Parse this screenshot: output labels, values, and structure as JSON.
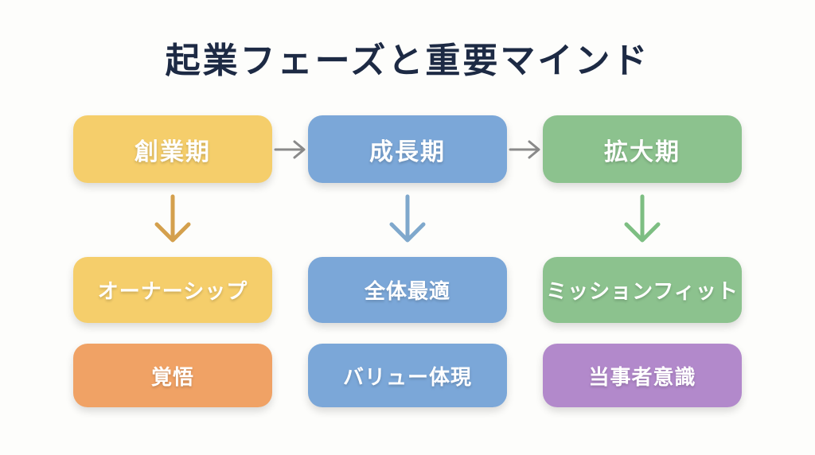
{
  "title": "起業フェーズと重要マインド",
  "title_color": "#1d2a44",
  "background_color": "#fdfdfb",
  "flow_arrow_color": "#8a8a8a",
  "columns": [
    {
      "phase": {
        "label": "創業期",
        "color": "#f5ce6b"
      },
      "down_arrow_color": "#d4a04d",
      "mindsets": [
        {
          "label": "オーナーシップ",
          "color": "#f5ce6b"
        },
        {
          "label": "覚悟",
          "color": "#f0a265"
        }
      ]
    },
    {
      "phase": {
        "label": "成長期",
        "color": "#7ba7d8"
      },
      "down_arrow_color": "#7fa8cc",
      "mindsets": [
        {
          "label": "全体最適",
          "color": "#7ba7d8"
        },
        {
          "label": "バリュー体現",
          "color": "#7ba7d8"
        }
      ]
    },
    {
      "phase": {
        "label": "拡大期",
        "color": "#8cc28e"
      },
      "down_arrow_color": "#7dbe82",
      "mindsets": [
        {
          "label": "ミッションフィット",
          "color": "#8cc28e"
        },
        {
          "label": "当事者意識",
          "color": "#b289cb"
        }
      ]
    }
  ]
}
